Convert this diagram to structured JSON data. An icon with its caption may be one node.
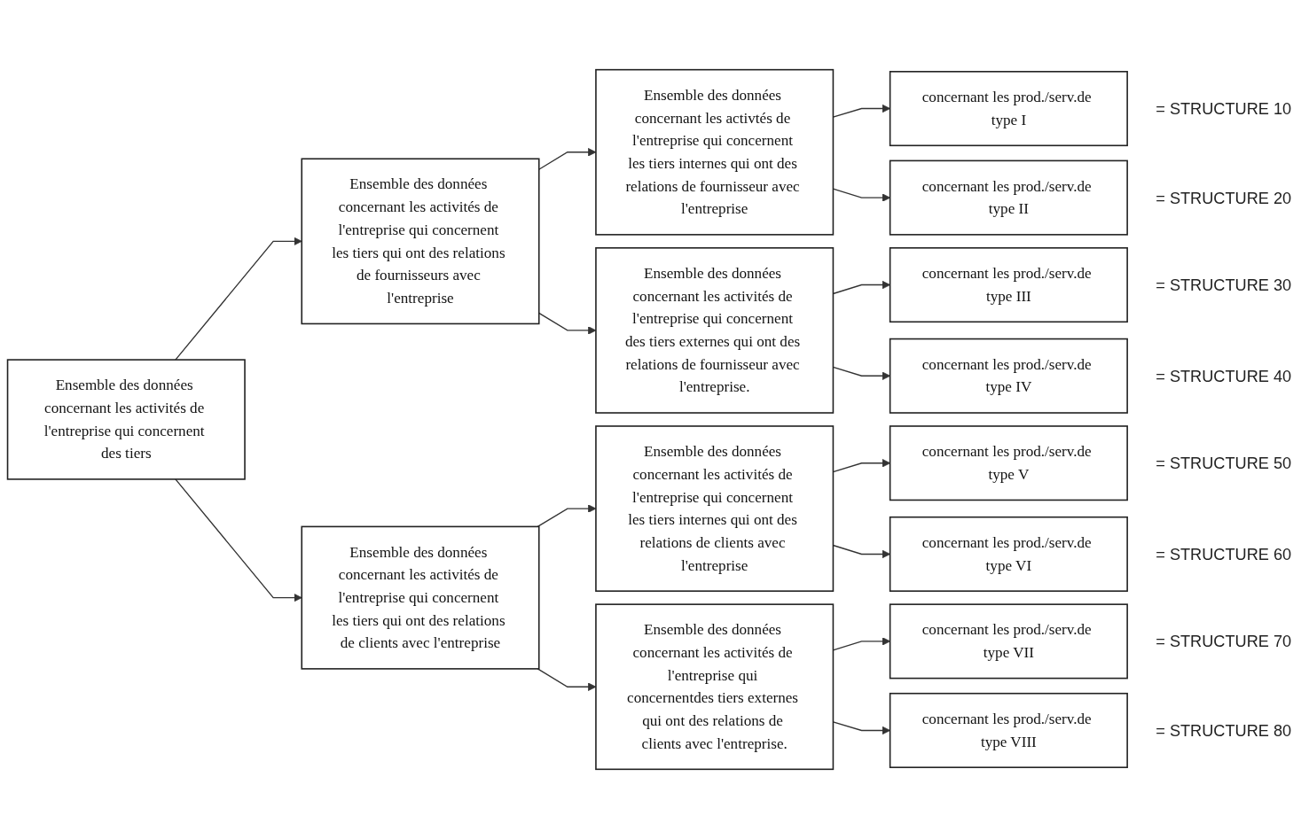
{
  "diagram": {
    "nodes": [
      {
        "text": [
          "Ensemble des données concernant les activités de l'entreprise qui concernent des tiers"
        ]
      },
      {
        "text": [
          "Ensemble des données concernant les activités de l'entreprise qui concernent les tiers qui ont des relations de fournisseurs avec l'entreprise"
        ]
      },
      {
        "text": [
          "Ensemble des données concernant les activtés de l'entreprise qui concernent les tiers internes qui ont des relations de fournisseur avec l'entreprise"
        ]
      },
      {
        "text": [
          "concernant les prod./serv.de type I"
        ],
        "beside": [
          "= STRUCTURE 10"
        ]
      },
      {
        "text": [
          "concernant les prod./serv.de type II"
        ],
        "beside": [
          "= STRUCTURE 20"
        ]
      },
      {
        "text": [
          "Ensemble des données concernant les activités de l'entreprise qui concernent des tiers externes qui ont des relations de fournisseur avec l'entreprise."
        ]
      },
      {
        "text": [
          "concernant les prod./serv.de type III"
        ],
        "beside": [
          "= STRUCTURE 30"
        ]
      },
      {
        "text": [
          "concernant les prod./serv.de type IV"
        ],
        "beside": [
          "= STRUCTURE 40"
        ]
      },
      {
        "text": [
          "Ensemble des données concernant les activités de l'entreprise qui concernent les tiers qui ont des relations de clients avec l'entreprise"
        ]
      },
      {
        "text": [
          "Ensemble des données concernant les activités de l'entreprise qui concernent les tiers internes qui ont des relations de clients avec l'entreprise"
        ]
      },
      {
        "text": [
          "concernant les prod./serv.de type V"
        ],
        "beside": [
          "= STRUCTURE 50"
        ]
      },
      {
        "text": [
          "concernant les prod./serv.de type VI"
        ],
        "beside": [
          "= STRUCTURE 60"
        ]
      },
      {
        "text": [
          "Ensemble des données concernant les activités de l'entreprise qui concernentdes tiers externes qui ont des relations de clients avec l'entreprise."
        ]
      },
      {
        "text": [
          "concernant les prod./serv.de type VII"
        ],
        "beside": [
          "= STRUCTURE 70"
        ]
      },
      {
        "text": [
          "concernant les prod./serv.de type VIII"
        ],
        "beside": [
          "= STRUCTURE 80"
        ]
      }
    ],
    "edges": [
      {
        "from": 0,
        "to": 1,
        "arrow": "to"
      },
      {
        "from": 0,
        "to": 8,
        "arrow": "to"
      },
      {
        "from": 1,
        "to": 2,
        "arrow": "to"
      },
      {
        "from": 1,
        "to": 5,
        "arrow": "to"
      },
      {
        "from": 2,
        "to": 3,
        "arrow": "to"
      },
      {
        "from": 2,
        "to": 4,
        "arrow": "to"
      },
      {
        "from": 5,
        "to": 6,
        "arrow": "to"
      },
      {
        "from": 5,
        "to": 7,
        "arrow": "to"
      },
      {
        "from": 8,
        "to": 9,
        "arrow": "to"
      },
      {
        "from": 8,
        "to": 12,
        "arrow": "to"
      },
      {
        "from": 9,
        "to": 10,
        "arrow": "to"
      },
      {
        "from": 9,
        "to": 11,
        "arrow": "to"
      },
      {
        "from": 12,
        "to": 13,
        "arrow": "to"
      },
      {
        "from": 12,
        "to": 14,
        "arrow": "to"
      }
    ]
  }
}
